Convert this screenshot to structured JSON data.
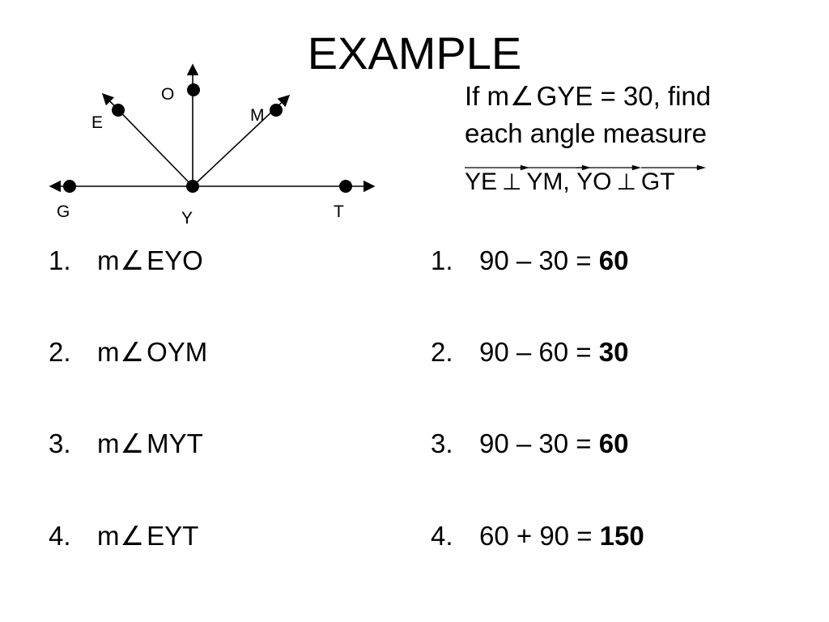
{
  "slide": {
    "title": "EXAMPLE",
    "angle_symbol": "∠",
    "perp_symbol": "⊥"
  },
  "diagram": {
    "labels": {
      "O": "O",
      "E": "E",
      "M": "M",
      "G": "G",
      "Y": "Y",
      "T": "T"
    }
  },
  "problem": {
    "line1_prefix": "If m",
    "line1_suffix": "GYE = 30, find",
    "line2": "each angle measure",
    "relations": {
      "ray1": "YE",
      "ray2": "YM",
      "sep": ",",
      "ray3": "YO",
      "ray4": "GT"
    }
  },
  "questions": [
    {
      "num": "1.",
      "prefix": "m",
      "angle": "EYO"
    },
    {
      "num": "2.",
      "prefix": "m",
      "angle": "OYM"
    },
    {
      "num": "3.",
      "prefix": "m",
      "angle": "MYT"
    },
    {
      "num": "4.",
      "prefix": "m",
      "angle": "EYT"
    }
  ],
  "answers": [
    {
      "num": "1.",
      "expr": "90 – 30 = ",
      "result": "60"
    },
    {
      "num": "2.",
      "expr": "90 – 60 = ",
      "result": "30"
    },
    {
      "num": "3.",
      "expr": "90 – 30 = ",
      "result": "60"
    },
    {
      "num": "4.",
      "expr": "60 + 90 = ",
      "result": "150"
    }
  ]
}
